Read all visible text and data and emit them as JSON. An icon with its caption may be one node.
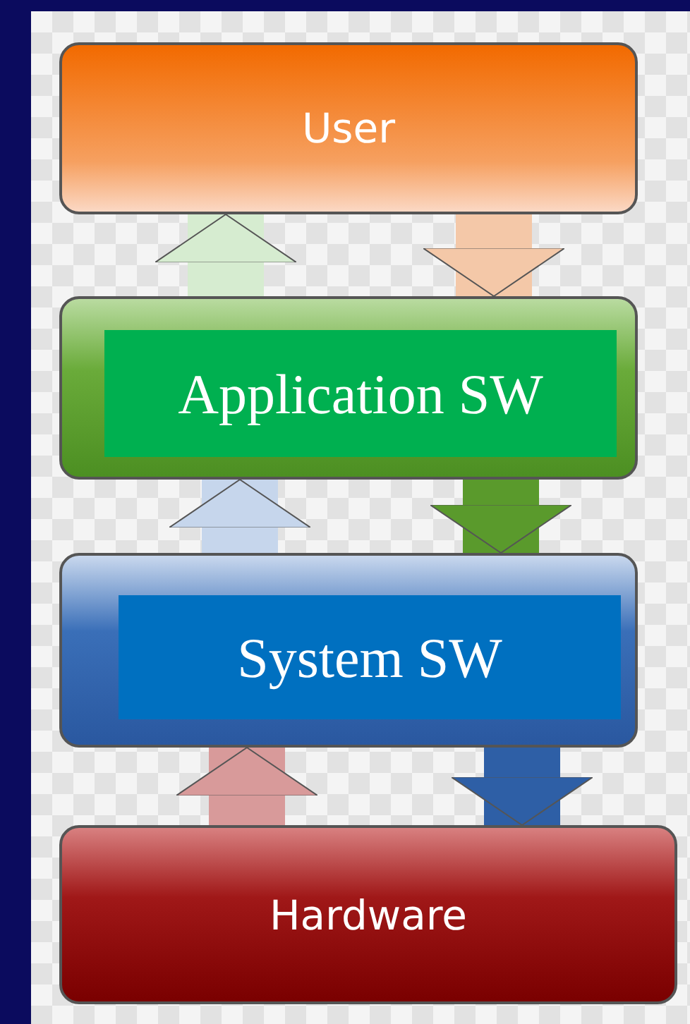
{
  "diagram": {
    "nodes": [
      {
        "text": [
          "User"
        ]
      },
      {
        "text": [
          "Application SW"
        ]
      },
      {
        "text": [
          "System SW"
        ]
      },
      {
        "text": [
          "Hardware"
        ]
      }
    ],
    "edges": [
      {
        "from": 0,
        "to": 1,
        "arrow": "to",
        "color": "#f4c8a8"
      },
      {
        "from": 1,
        "to": 0,
        "arrow": "to",
        "color": "#d6ecd0"
      },
      {
        "from": 1,
        "to": 2,
        "arrow": "to",
        "color": "#5a9a2c"
      },
      {
        "from": 2,
        "to": 1,
        "arrow": "to",
        "color": "#c6d6ec"
      },
      {
        "from": 2,
        "to": 3,
        "arrow": "to",
        "color": "#2e5fa6"
      },
      {
        "from": 3,
        "to": 2,
        "arrow": "to",
        "color": "#d89a9a"
      }
    ]
  }
}
